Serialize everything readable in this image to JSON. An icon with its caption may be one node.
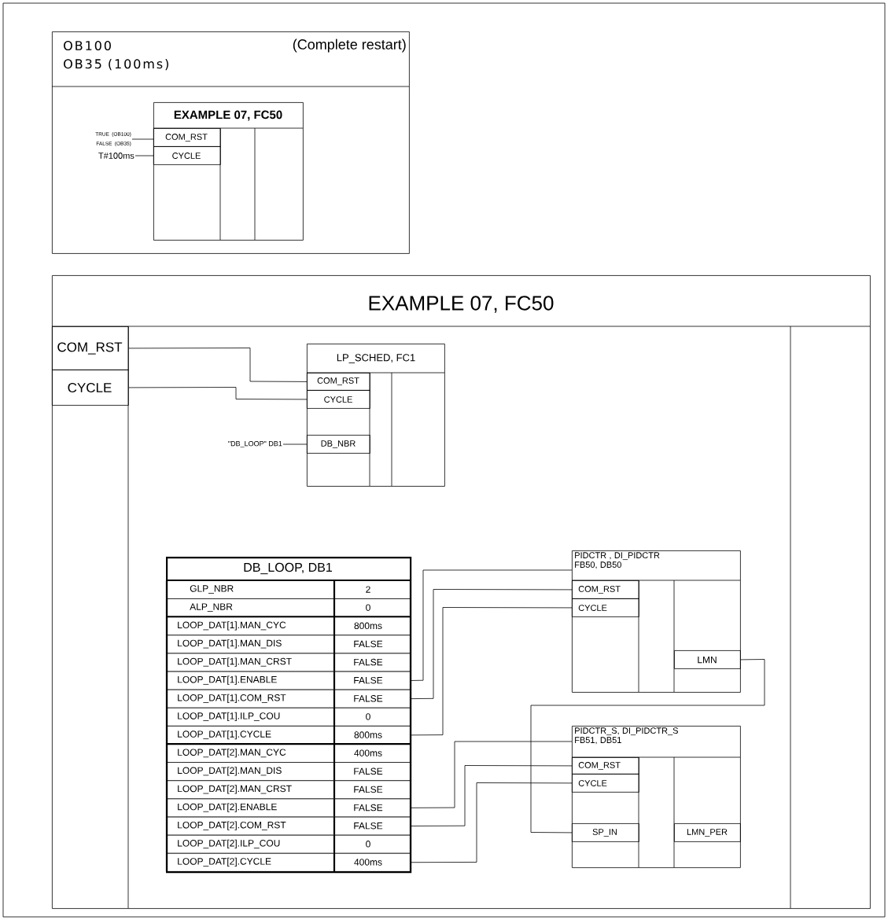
{
  "diagram": {
    "nodes": [
      {
        "text": [
          "OB100",
          "(Complete restart)",
          "OB35 (100ms)"
        ]
      },
      {
        "text": [
          "EXAMPLE 07, FC50"
        ],
        "in": 0
      },
      {
        "text": [
          "COM_RST"
        ],
        "in": 1
      },
      {
        "text": [
          "CYCLE"
        ],
        "in": 1
      },
      {
        "text": [
          "TRUE (OB100) FALSE (OB35)"
        ],
        "in": 0
      },
      {
        "text": [
          "T#100ms"
        ],
        "in": 0
      },
      {
        "text": [
          "EXAMPLE 07, FC50"
        ]
      },
      {
        "text": [
          "COM_RST"
        ],
        "in": 6
      },
      {
        "text": [
          "CYCLE"
        ],
        "in": 6
      },
      {
        "text": [
          "LP_SCHED, FC1"
        ],
        "in": 6
      },
      {
        "text": [
          "COM_RST"
        ],
        "in": 9
      },
      {
        "text": [
          "CYCLE"
        ],
        "in": 9
      },
      {
        "text": [
          "DB_NBR"
        ],
        "in": 9
      },
      {
        "text": [
          "\"DB_LOOP\" DB1"
        ],
        "in": 6
      },
      {
        "text": [
          "DB_LOOP, DB1"
        ],
        "in": 6
      },
      {
        "text": [
          "GLP_NBR",
          "2"
        ],
        "in": 14
      },
      {
        "text": [
          "ALP_NBR",
          "0"
        ],
        "in": 14
      },
      {
        "text": [
          "LOOP_DAT[1].MAN_CYC",
          "800ms"
        ],
        "in": 14
      },
      {
        "text": [
          "LOOP_DAT[1].MAN_DIS",
          "FALSE"
        ],
        "in": 14
      },
      {
        "text": [
          "LOOP_DAT[1].MAN_CRST",
          "FALSE"
        ],
        "in": 14
      },
      {
        "text": [
          "LOOP_DAT[1].ENABLE",
          "FALSE"
        ],
        "in": 14
      },
      {
        "text": [
          "LOOP_DAT[1].COM_RST",
          "FALSE"
        ],
        "in": 14
      },
      {
        "text": [
          "LOOP_DAT[1].ILP_COU",
          "0"
        ],
        "in": 14
      },
      {
        "text": [
          "LOOP_DAT[1].CYCLE",
          "800ms"
        ],
        "in": 14
      },
      {
        "text": [
          "LOOP_DAT[2].MAN_CYC",
          "400ms"
        ],
        "in": 14
      },
      {
        "text": [
          "LOOP_DAT[2].MAN_DIS",
          "FALSE"
        ],
        "in": 14
      },
      {
        "text": [
          "LOOP_DAT[2].MAN_CRST",
          "FALSE"
        ],
        "in": 14
      },
      {
        "text": [
          "LOOP_DAT[2].ENABLE",
          "FALSE"
        ],
        "in": 14
      },
      {
        "text": [
          "LOOP_DAT[2].COM_RST",
          "FALSE"
        ],
        "in": 14
      },
      {
        "text": [
          "LOOP_DAT[2].ILP_COU",
          "0"
        ],
        "in": 14
      },
      {
        "text": [
          "LOOP_DAT[2].CYCLE",
          "400ms"
        ],
        "in": 14
      },
      {
        "text": [
          "PIDCTR , DI_PIDCTR FB50, DB50"
        ],
        "in": 6
      },
      {
        "text": [
          "COM_RST"
        ],
        "in": 31
      },
      {
        "text": [
          "CYCLE"
        ],
        "in": 31
      },
      {
        "text": [
          "LMN"
        ],
        "in": 31
      },
      {
        "text": [
          "PIDCTR_S, DI_PIDCTR_S FB51, DB51"
        ],
        "in": 6
      },
      {
        "text": [
          "COM_RST"
        ],
        "in": 35
      },
      {
        "text": [
          "CYCLE"
        ],
        "in": 35
      },
      {
        "text": [
          "SP_IN"
        ],
        "in": 35
      },
      {
        "text": [
          "LMN_PER"
        ],
        "in": 35
      }
    ],
    "edges": [
      {
        "from": 4,
        "to": 2,
        "arrow": "none"
      },
      {
        "from": 5,
        "to": 3,
        "arrow": "none"
      },
      {
        "from": 7,
        "to": 10,
        "arrow": "none"
      },
      {
        "from": 8,
        "to": 11,
        "arrow": "none"
      },
      {
        "from": 13,
        "to": 12,
        "arrow": "none"
      },
      {
        "from": 20,
        "to": 31,
        "arrow": "none"
      },
      {
        "from": 21,
        "to": 32,
        "arrow": "none"
      },
      {
        "from": 23,
        "to": 33,
        "arrow": "none"
      },
      {
        "from": 27,
        "to": 35,
        "arrow": "none"
      },
      {
        "from": 28,
        "to": 36,
        "arrow": "none"
      },
      {
        "from": 30,
        "to": 37,
        "arrow": "none"
      },
      {
        "from": 34,
        "to": 38,
        "arrow": "none"
      }
    ]
  }
}
